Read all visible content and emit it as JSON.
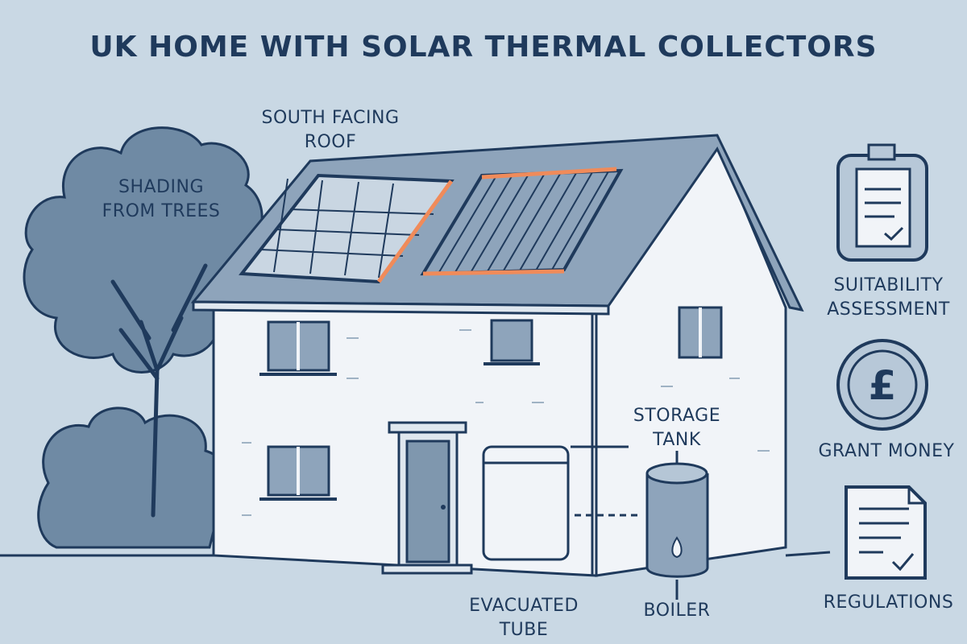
{
  "title": "UK HOME WITH SOLAR THERMAL COLLECTORS",
  "labels": {
    "south_facing_roof": [
      "SOUTH FACING",
      "ROOF"
    ],
    "shading_from_trees": [
      "SHADING",
      "FROM TREES"
    ],
    "storage_tank": [
      "STORAGE",
      "TANK"
    ],
    "evacuated_tube": [
      "EVACUATED",
      "TUBE"
    ],
    "boiler": "BOILER"
  },
  "sidebar": {
    "items": [
      {
        "label": [
          "SUITABILITY",
          "ASSESSMENT"
        ],
        "icon": "clipboard-check-icon"
      },
      {
        "label": [
          "GRANT MONEY"
        ],
        "icon": "pound-coin-icon"
      },
      {
        "label": [
          "REGULATIONS"
        ],
        "icon": "document-check-icon"
      }
    ]
  },
  "colors": {
    "background": "#c9d8e4",
    "ink": "#1f3a5c",
    "wall": "#f1f4f8",
    "roof": "#8ea4bb",
    "tree": "#6f8aa4",
    "accent": "#f08b5a"
  }
}
